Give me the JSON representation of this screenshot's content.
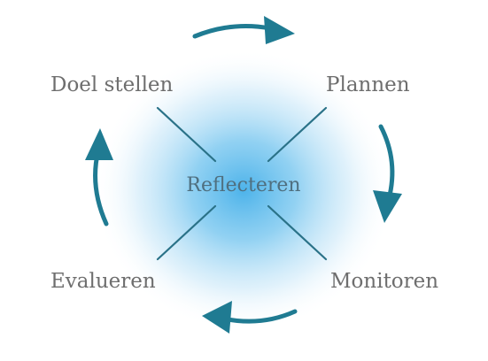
{
  "diagram": {
    "center_label": "Reflecteren",
    "nodes": {
      "top_left": "Doel stellen",
      "top_right": "Plannen",
      "bottom_right": "Monitoren",
      "bottom_left": "Evalueren"
    },
    "colors": {
      "arrow": "#1f7b92",
      "connector": "#2a7288",
      "glow_center": "#4db3ea",
      "label_text": "#6e6e6e",
      "center_text": "#4f6f7f"
    },
    "arrow_direction": "clockwise"
  }
}
